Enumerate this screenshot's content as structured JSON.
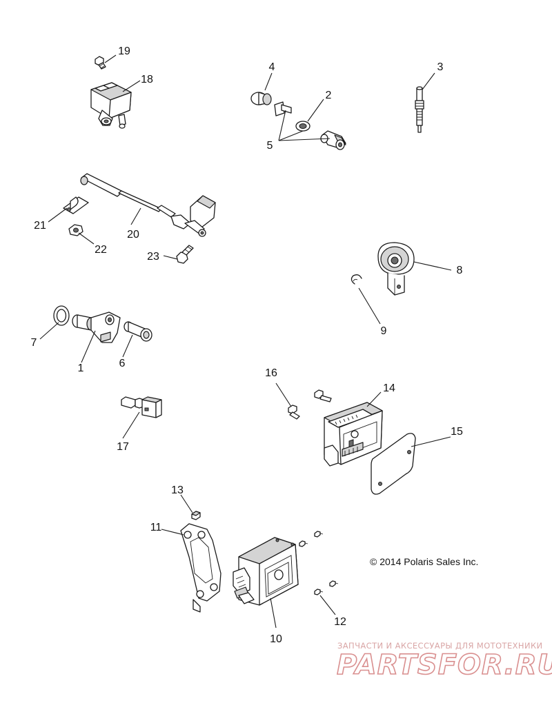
{
  "callouts": {
    "c1": "1",
    "c2": "2",
    "c3": "3",
    "c4": "4",
    "c5": "5",
    "c6": "6",
    "c7": "7",
    "c8": "8",
    "c9": "9",
    "c10": "10",
    "c11": "11",
    "c12": "12",
    "c13": "13",
    "c14": "14",
    "c15": "15",
    "c16": "16",
    "c17": "17",
    "c18": "18",
    "c19": "19",
    "c20": "20",
    "c21": "21",
    "c22": "22",
    "c23": "23"
  },
  "copyright": "© 2014 Polaris Sales Inc.",
  "watermark": {
    "tagline": "ЗАПЧАСТИ И АКСЕССУАРЫ ДЛЯ МОТОТЕХНИКИ",
    "logo": "PARTSFOR.RU"
  }
}
